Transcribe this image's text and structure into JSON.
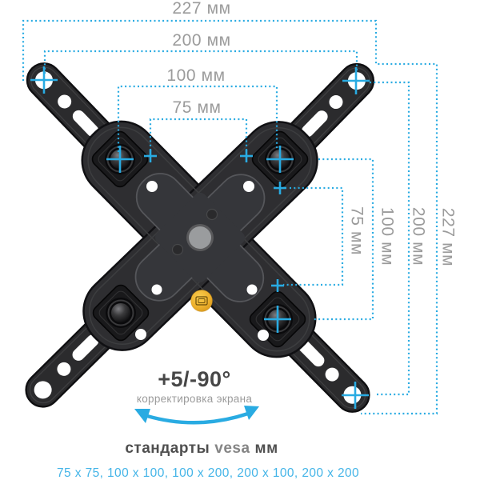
{
  "colors": {
    "accent_cyan": "#29abe2",
    "label_gray": "#9b9b9b",
    "dark_text": "#474747",
    "vesa_sizes_blue": "#45b5e8",
    "sticker_gold": "#edb02c",
    "bracket_black": "#2b2b2d"
  },
  "top_dimensions": {
    "d227": "227 мм",
    "d200": "200 мм",
    "d100": "100 мм",
    "d75": "75 мм"
  },
  "right_dimensions": {
    "d75": "75 мм",
    "d100": "100 мм",
    "d200": "200 мм",
    "d227": "227 мм"
  },
  "tilt": {
    "range": "+5/-90°",
    "caption": "корректировка экрана"
  },
  "vesa_standards": {
    "prefix": "стандарты",
    "brand": "vesa",
    "suffix": "мм",
    "sizes": "75 x 75, 100 x 100, 100 x 200, 200 x 100, 200 x 200"
  }
}
